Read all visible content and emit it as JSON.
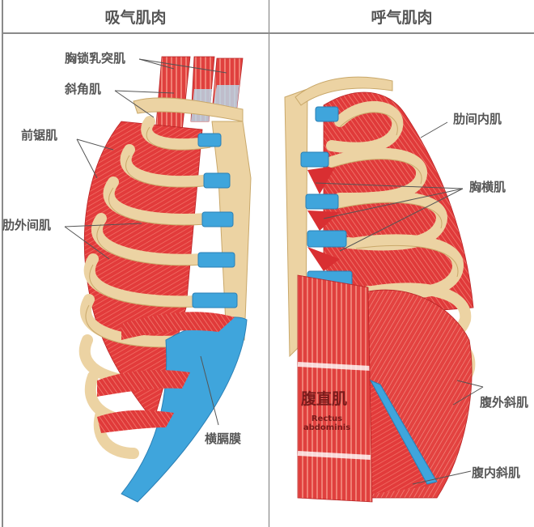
{
  "header": {
    "left_title": "吸气肌肉",
    "right_title": "呼气肌肉"
  },
  "inspiration_panel": {
    "labels": [
      {
        "id": "sternocleidomastoid",
        "text": "胸锁乳突肌"
      },
      {
        "id": "scalene",
        "text": "斜角肌"
      },
      {
        "id": "serratus_anterior",
        "text": "前锯肌"
      },
      {
        "id": "external_intercostal",
        "text": "肋外间肌"
      },
      {
        "id": "diaphragm",
        "text": "横膈膜"
      }
    ]
  },
  "expiration_panel": {
    "labels": [
      {
        "id": "internal_intercostal",
        "text": "肋间内肌"
      },
      {
        "id": "transversus_thoracis",
        "text": "胸横肌"
      },
      {
        "id": "rectus_abdominis_cn",
        "text": "腹直肌"
      },
      {
        "id": "rectus_abdominis_en",
        "text": "Rectus abdominis"
      },
      {
        "id": "external_oblique",
        "text": "腹外斜肌"
      },
      {
        "id": "internal_oblique",
        "text": "腹内斜肌"
      }
    ]
  },
  "colors": {
    "muscle": "#e0393a",
    "muscle_dark": "#b82325",
    "bone": "#ecd3a3",
    "bone_edge": "#c9a86a",
    "cartilage": "#3fa5dc",
    "label_text": "#555555",
    "grid_line": "#8a8a8a"
  }
}
